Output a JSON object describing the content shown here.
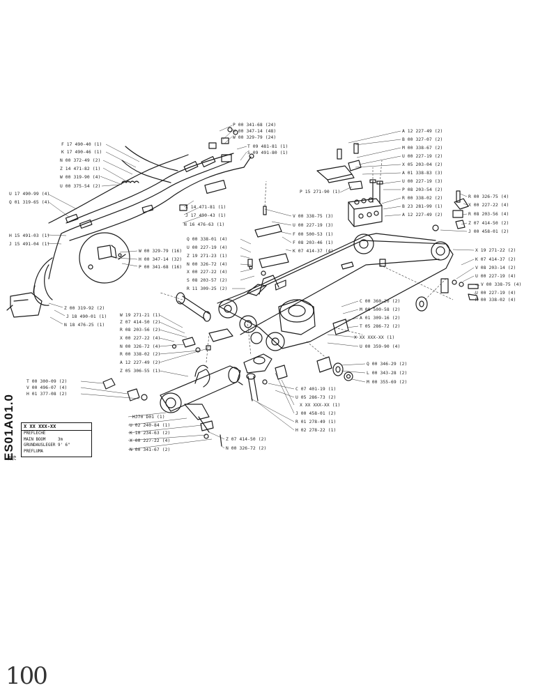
{
  "drawing_code": "ES01A01.0",
  "revision": "10-79",
  "handwritten_number": "100",
  "title_block": {
    "header": "X XX XXX-XX",
    "rows": [
      {
        "label": "PREFLECHE",
        "value": ""
      },
      {
        "label": "MAIN BOOM",
        "value": "3m"
      },
      {
        "label": "GRUNDAUSLEGER",
        "value": "9' 6\""
      },
      {
        "label": "PREFLUMA",
        "value": ""
      }
    ]
  },
  "part_labels": [
    {
      "text": "P 00 341-68 (24)"
    },
    {
      "text": "H 00 347-14 (48)"
    },
    {
      "text": "W 00 329-79 (24)"
    },
    {
      "text": "T 09 481-81 (1)"
    },
    {
      "text": "S 09 491-80 (1)"
    },
    {
      "text": "F 17 490-40 (1)"
    },
    {
      "text": "K 17 490-46 (1)"
    },
    {
      "text": "N 00 372-49 (2)"
    },
    {
      "text": "Z 14 471-82 (1)"
    },
    {
      "text": "W 00 319-90 (4)"
    },
    {
      "text": "U 00 375-54 (2)"
    },
    {
      "text": "U 17 490-99 (4)"
    },
    {
      "text": "Q 01 319-65 (4)"
    },
    {
      "text": "X 14 471-81 (1)"
    },
    {
      "text": "J 17 490-43 (1)"
    },
    {
      "text": "N 16 476-63 (1)"
    },
    {
      "text": "H 15 491-03 (1)"
    },
    {
      "text": "J 15 491-04 (1)"
    },
    {
      "text": "W 00 329-79 (16)"
    },
    {
      "text": "H 00 347-14 (32)"
    },
    {
      "text": "P 00 341-68 (16)"
    },
    {
      "text": "Z 00 319-92 (2)"
    },
    {
      "text": "J 18 490-01 (1)"
    },
    {
      "text": "N 18 476-25 (1)"
    },
    {
      "text": "A 12 227-49 (2)"
    },
    {
      "text": "B 00 327-07 (2)"
    },
    {
      "text": "M 00 338-67 (2)"
    },
    {
      "text": "U 00 227-19 (2)"
    },
    {
      "text": "X 05 203-04 (2)"
    },
    {
      "text": "A 01 338-83 (3)"
    },
    {
      "text": "U 00 227-19 (3)"
    },
    {
      "text": "P 08 203-54 (2)"
    },
    {
      "text": "R 00 338-02 (2)"
    },
    {
      "text": "B 23 281-99 (1)"
    },
    {
      "text": "A 12 227-49 (2)"
    },
    {
      "text": "P 15 271-90 (1)"
    },
    {
      "text": "R 00 326-75 (4)"
    },
    {
      "text": "X 00 227-22 (4)"
    },
    {
      "text": "R 08 203-56 (4)"
    },
    {
      "text": "Z 07 414-50 (2)"
    },
    {
      "text": "J 00 458-01 (2)"
    },
    {
      "text": "V 00 338-75 (3)"
    },
    {
      "text": "U 00 227-19 (3)"
    },
    {
      "text": "F 00 500-53 (1)"
    },
    {
      "text": "F 08 203-46 (1)"
    },
    {
      "text": "K 07 414-37 (4)"
    },
    {
      "text": "Q 00 338-01 (4)"
    },
    {
      "text": "U 00 227-19 (4)"
    },
    {
      "text": "Z 19 271-23 (1)"
    },
    {
      "text": "N 00 326-72 (4)"
    },
    {
      "text": "X 00 227-22 (4)"
    },
    {
      "text": "S 08 203-57 (2)"
    },
    {
      "text": "R 11 309-25 (2)"
    },
    {
      "text": "X 19 271-22 (2)"
    },
    {
      "text": "K 07 414-37 (2)"
    },
    {
      "text": "V 08 203-14 (2)"
    },
    {
      "text": "U 00 227-19 (4)"
    },
    {
      "text": "V 00 338-75 (4)"
    },
    {
      "text": "U 00 227-19 (4)"
    },
    {
      "text": "R 00 338-02 (4)"
    },
    {
      "text": "C 00 360-20 (2)"
    },
    {
      "text": "M 00 500-58 (2)"
    },
    {
      "text": "A 01 309-16 (2)"
    },
    {
      "text": "T 05 286-72 (2)"
    },
    {
      "text": "X XX XXX-XX (1)"
    },
    {
      "text": "U 00 359-90 (4)"
    },
    {
      "text": "W 19 271-21 (1)"
    },
    {
      "text": "Z 07 414-50 (2)"
    },
    {
      "text": "R 08 203-56 (2)"
    },
    {
      "text": "X 00 227-22 (4)"
    },
    {
      "text": "N 00 326-72 (4)"
    },
    {
      "text": "R 00 338-02 (2)"
    },
    {
      "text": "A 12 227-49 (2)"
    },
    {
      "text": "Z 05 306-55 (1)"
    },
    {
      "text": "Q 00 346-29 (2)"
    },
    {
      "text": "L 00 343-28 (2)"
    },
    {
      "text": "M 00 355-69 (2)"
    },
    {
      "text": "C 07 401-19 (1)"
    },
    {
      "text": "U 05 286-73 (2)"
    },
    {
      "text": "X XX XXX-XX (1)"
    },
    {
      "text": "T 00 300-09 (2)"
    },
    {
      "text": "V 00 496-07 (4)"
    },
    {
      "text": "H 01 377-08 (2)"
    },
    {
      "text": "HJ70 D01 (1)"
    },
    {
      "text": "U 02 240-84 (1)"
    },
    {
      "text": "K 10 234-63 (2)"
    },
    {
      "text": "X 00 227-22 (4)"
    },
    {
      "text": "N 00 341-67 (2)"
    },
    {
      "text": "J 00 458-01 (2)"
    },
    {
      "text": "R 01 278-49 (1)"
    },
    {
      "text": "H 02 278-22 (1)"
    },
    {
      "text": "Z 07 414-50 (2)"
    },
    {
      "text": "N 00 326-72 (2)"
    }
  ]
}
